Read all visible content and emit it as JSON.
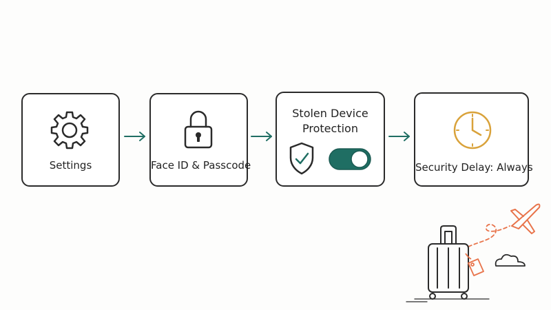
{
  "steps": [
    {
      "label": "Settings",
      "icon": "gear-icon"
    },
    {
      "label": "Face ID & Passcode",
      "icon": "lock-icon"
    },
    {
      "title_line1": "Stolen Device",
      "title_line2": "Protection",
      "icons": [
        "shield-check-icon",
        "toggle-switch"
      ],
      "toggle_state": "on"
    },
    {
      "label": "Security Delay: Always",
      "icon": "clock-icon"
    }
  ],
  "colors": {
    "accent_teal": "#1f6e63",
    "clock_gold": "#d9a23a",
    "travel_orange": "#e8734a",
    "outline": "#2a2a2a"
  },
  "decoration": [
    "suitcase-icon",
    "luggage-tag-icon",
    "airplane-icon",
    "cloud-icon"
  ]
}
